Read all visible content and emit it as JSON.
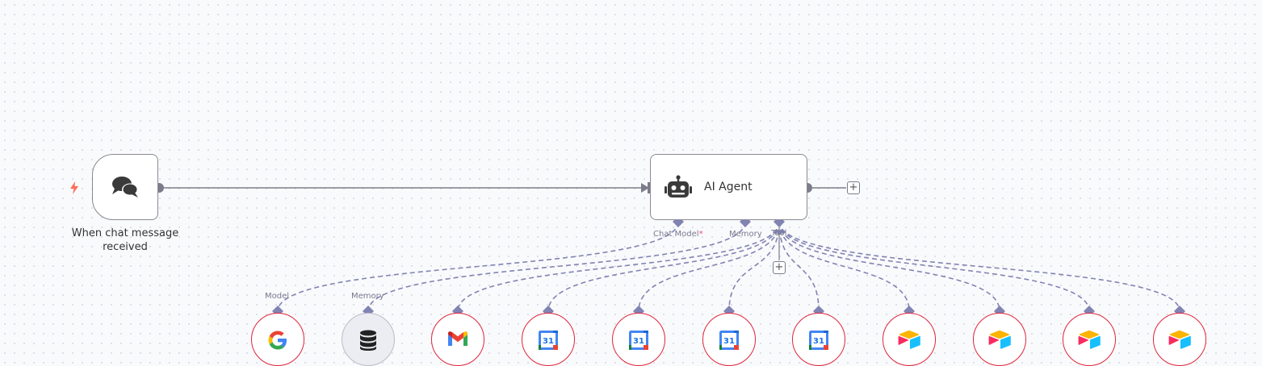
{
  "nodes": {
    "trigger": {
      "label": "When chat message received",
      "icon": "chat-bubbles-icon",
      "badge_icon": "lightning-icon"
    },
    "agent": {
      "label": "AI Agent",
      "icon": "robot-icon"
    }
  },
  "agent_ports": {
    "chat_model": "Chat Model",
    "required_marker": "*",
    "memory": "Memory",
    "tool": "Tool"
  },
  "sub_ports": {
    "model": "Model",
    "memory": "Memory"
  },
  "sub_nodes": [
    {
      "icon": "google-icon",
      "kind": "model"
    },
    {
      "icon": "database-icon",
      "kind": "memory"
    },
    {
      "icon": "gmail-icon",
      "kind": "tool"
    },
    {
      "icon": "google-calendar-icon",
      "kind": "tool",
      "text": "31"
    },
    {
      "icon": "google-calendar-icon",
      "kind": "tool",
      "text": "31"
    },
    {
      "icon": "google-calendar-icon",
      "kind": "tool",
      "text": "31"
    },
    {
      "icon": "google-calendar-icon",
      "kind": "tool",
      "text": "31"
    },
    {
      "icon": "airtable-icon",
      "kind": "tool"
    },
    {
      "icon": "airtable-icon",
      "kind": "tool"
    },
    {
      "icon": "airtable-icon",
      "kind": "tool"
    },
    {
      "icon": "airtable-icon",
      "kind": "tool"
    }
  ],
  "colors": {
    "edge": "#7b7d8a",
    "sub_edge": "#8184b2",
    "error_border": "#e0243a",
    "trigger_badge": "#ff6d5a"
  }
}
